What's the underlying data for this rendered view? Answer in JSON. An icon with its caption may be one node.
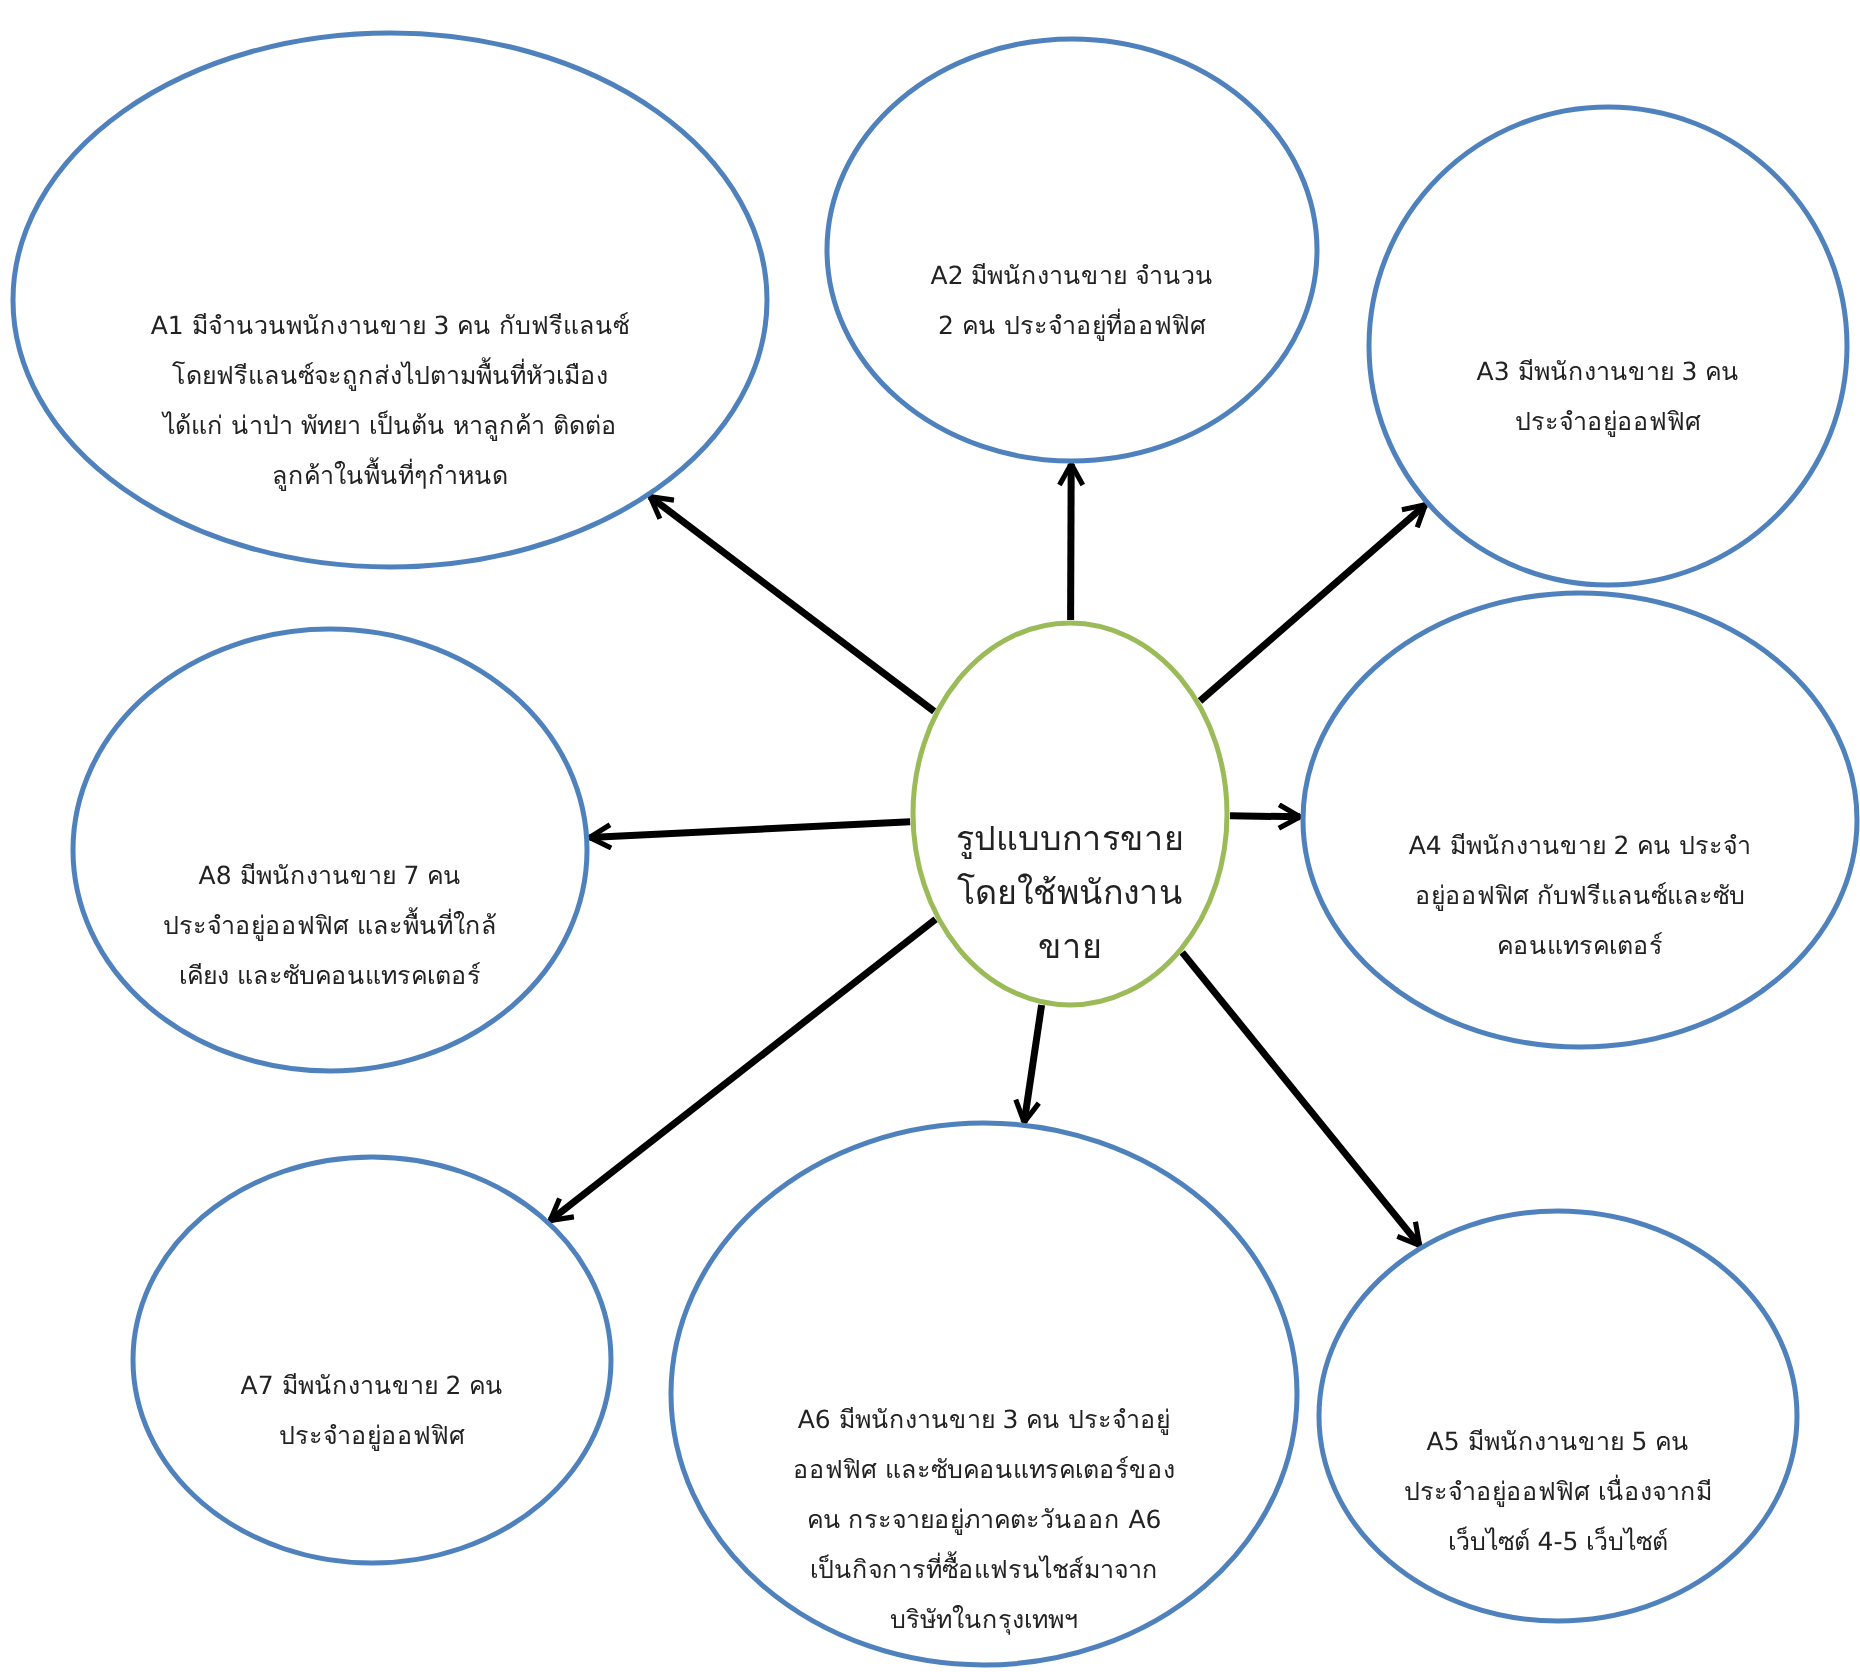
{
  "diagram": {
    "nodes": [
      {
        "text": [
          "รูปแบบการขายโดยใช้พนักงานขาย"
        ]
      },
      {
        "text": [
          "A1 มีจำนวนพนักงานขาย 3 คน กับฟรีแลนซ์ โดยฟรีแลนซ์จะถูกส่งไปตามพื้นที่หัวเมือง ได้แก่ น่าป่า พัทยา เป็นต้น หาลูกค้า ติดต่อลูกค้าในพื้นที่ๆกำหนด"
        ]
      },
      {
        "text": [
          "A2 มีพนักงานขาย จำนวน 2 คน ประจำอยู่ที่ออฟฟิศ"
        ]
      },
      {
        "text": [
          "A3 มีพนักงานขาย 3 คน ประจำอยู่ออฟฟิศ"
        ]
      },
      {
        "text": [
          "A4 มีพนักงานขาย 2 คน ประจำอยู่ออฟฟิศ กับฟรีแลนซ์และซับคอนแทรคเตอร์"
        ]
      },
      {
        "text": [
          "A5 มีพนักงานขาย 5 คน ประจำอยู่ออฟฟิศ เนื่องจากมีเว็บไซต์ 4-5 เว็บไซต์"
        ]
      },
      {
        "text": [
          "A6 มีพนักงานขาย 3 คน ประจำอยู่ออฟฟิศ และซับคอนแทรคเตอร์ของคน กระจายอยู่ภาคตะวันออก A6 เป็นกิจการที่ซื้อแฟรนไชส์มาจากบริษัทในกรุงเทพฯ"
        ]
      },
      {
        "text": [
          "A7 มีพนักงานขาย 2 คน ประจำอยู่ออฟฟิศ"
        ]
      },
      {
        "text": [
          "A8 มีพนักงานขาย 7 คน ประจำอยู่ออฟฟิศ และพื้นที่ใกล้เคียง และซับคอนแทรคเตอร์"
        ]
      }
    ],
    "edges": [
      {
        "from": 0,
        "to": 1,
        "arrow": "to"
      },
      {
        "from": 0,
        "to": 2,
        "arrow": "to"
      },
      {
        "from": 0,
        "to": 3,
        "arrow": "to"
      },
      {
        "from": 0,
        "to": 4,
        "arrow": "to"
      },
      {
        "from": 0,
        "to": 5,
        "arrow": "to"
      },
      {
        "from": 0,
        "to": 6,
        "arrow": "to"
      },
      {
        "from": 0,
        "to": 7,
        "arrow": "to"
      },
      {
        "from": 0,
        "to": 8,
        "arrow": "to"
      }
    ]
  }
}
